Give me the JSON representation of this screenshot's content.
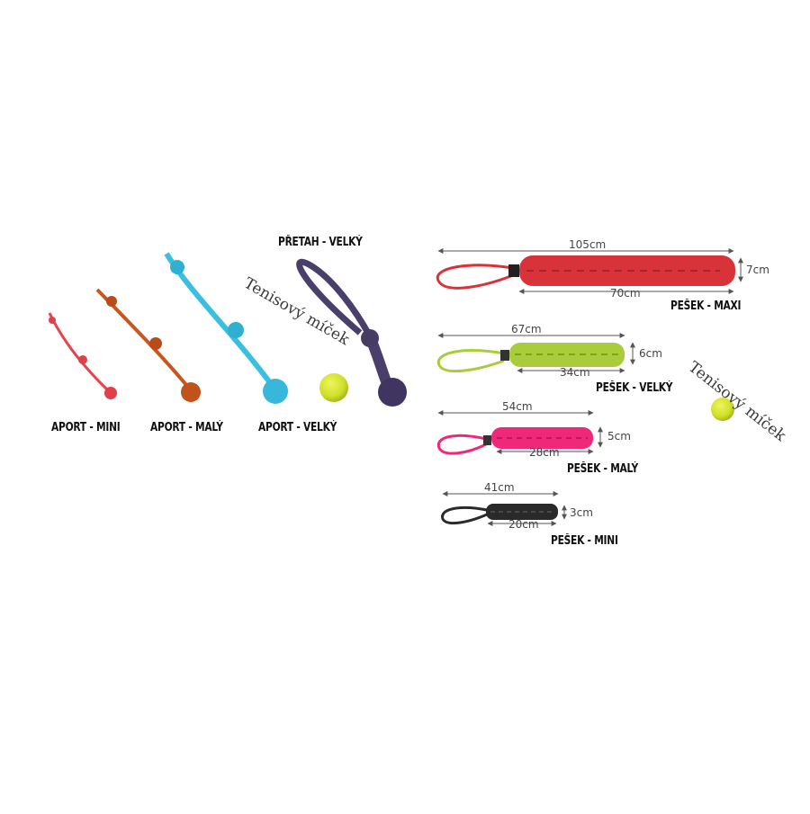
{
  "products": {
    "aport_mini": "APORT - MINI",
    "aport_maly": "APORT - MALÝ",
    "aport_velky": "APORT - VELKÝ",
    "pretah_velky": "PŘETAH - VELKÝ",
    "pesek_maxi": "PEŠEK - MAXI",
    "pesek_velky": "PEŠEK - VELKÝ",
    "pesek_maly": "PEŠEK - MALÝ",
    "pesek_mini": "PEŠEK - MINI"
  },
  "tennis_ball_label": "Tenisový míček",
  "dimensions": {
    "maxi": {
      "total": "105cm",
      "braid": "70cm",
      "width": "7cm"
    },
    "velky": {
      "total": "67cm",
      "braid": "34cm",
      "width": "6cm"
    },
    "maly": {
      "total": "54cm",
      "braid": "28cm",
      "width": "5cm"
    },
    "mini": {
      "total": "41cm",
      "braid": "20cm",
      "width": "3cm"
    }
  },
  "colors": {
    "aport_mini": "#e8424a",
    "aport_maly": "#c8561e",
    "aport_velky": "#3bbfe0",
    "pretah": "#4a3f6b",
    "pesek_maxi": "#d9333a",
    "pesek_velky": "#a8cc3a",
    "pesek_maly": "#f0287a",
    "pesek_mini": "#2a2a2a",
    "tennis_ball": "#d6e62a"
  }
}
